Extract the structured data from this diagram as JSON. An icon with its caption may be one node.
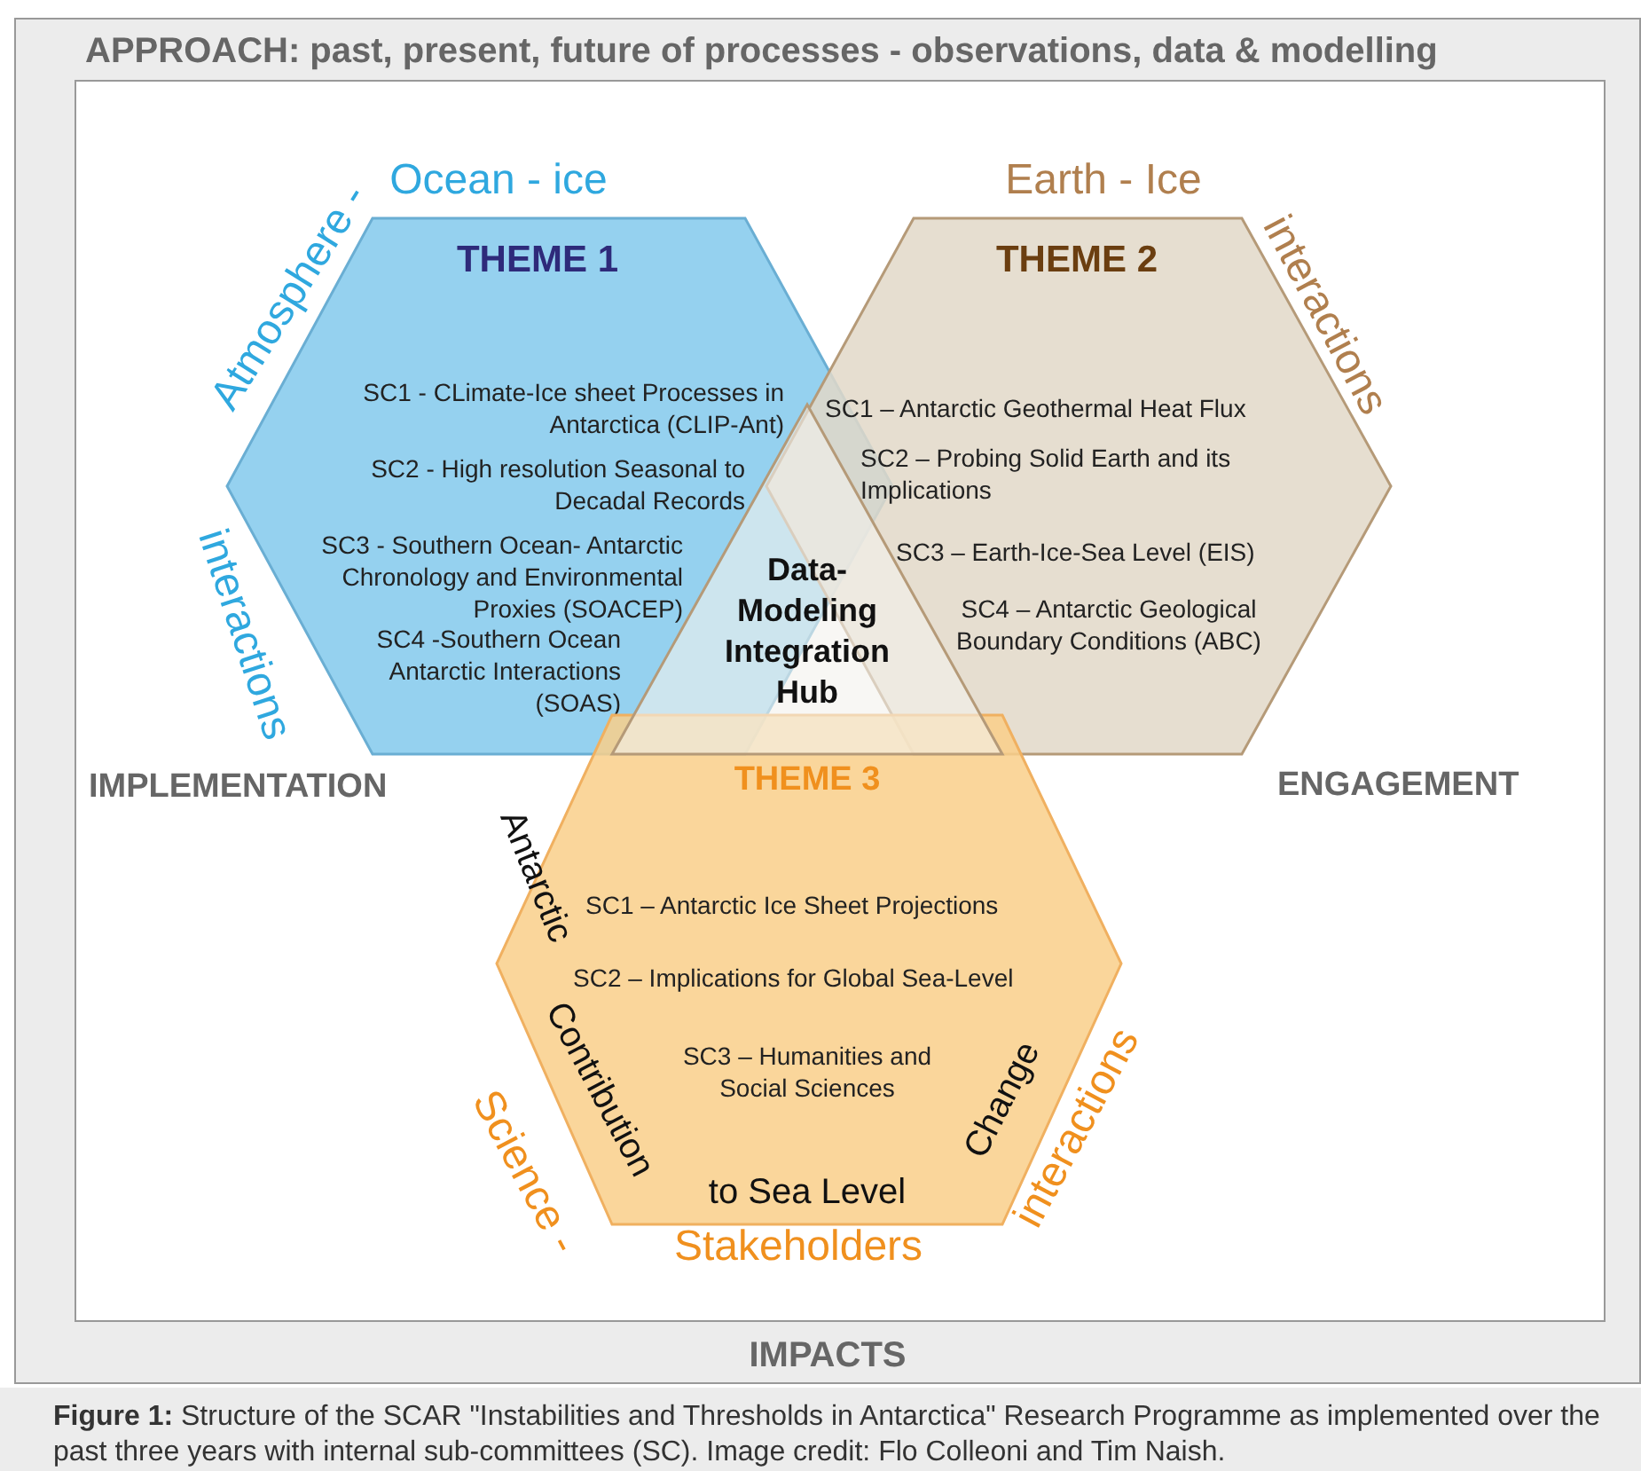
{
  "diagram": {
    "caption": "**Figure 1:** Structure of the SCAR \"Instabilities and Thresholds in Antarctica\" Research Programme as implemented over the past three years with internal sub-committees (SC). Image credit: Flo Colleoni and Tim Naish.",
    "nodes": [
      {
        "text": [
          "APPROACH: past, present, future of processes - observations, data & modelling"
        ]
      },
      {
        "text": [
          "IMPACTS"
        ]
      },
      {
        "text": [
          "THEME 1",
          "SC1 - CLimate-Ice sheet Processes in Antarctica (CLIP-Ant)",
          "SC2 - High resolution Seasonal to Decadal Records",
          "SC3 - Southern Ocean- Antarctic Chronology and Environmental Proxies (SOACEP)",
          "SC4 -Southern Ocean Antarctic Interactions (SOAS)"
        ],
        "beside": [
          "Atmosphere -",
          "Ocean - ice",
          "interactions"
        ]
      },
      {
        "text": [
          "THEME 2",
          "SC1 – Antarctic Geothermal Heat Flux",
          "SC2 – Probing Solid Earth and its Implications",
          "SC3 – Earth-Ice-Sea Level (EIS)",
          "SC4 – Antarctic Geological Boundary Conditions (ABC)"
        ],
        "beside": [
          "Earth - Ice",
          "interactions"
        ]
      },
      {
        "text": [
          "THEME 3",
          "SC1 – Antarctic Ice Sheet Projections",
          "SC2 – Implications for Global Sea-Level",
          "SC3  – Humanities and Social Sciences",
          "Antarctic",
          "Contribution",
          "to Sea Level",
          "Change"
        ],
        "beside": [
          "Science -",
          "Stakeholders",
          "interactions"
        ]
      },
      {
        "text": [
          "Data- Modeling Integration Hub"
        ]
      }
    ],
    "edges": [],
    "labels": [
      "IMPLEMENTATION",
      "ENGAGEMENT"
    ]
  }
}
